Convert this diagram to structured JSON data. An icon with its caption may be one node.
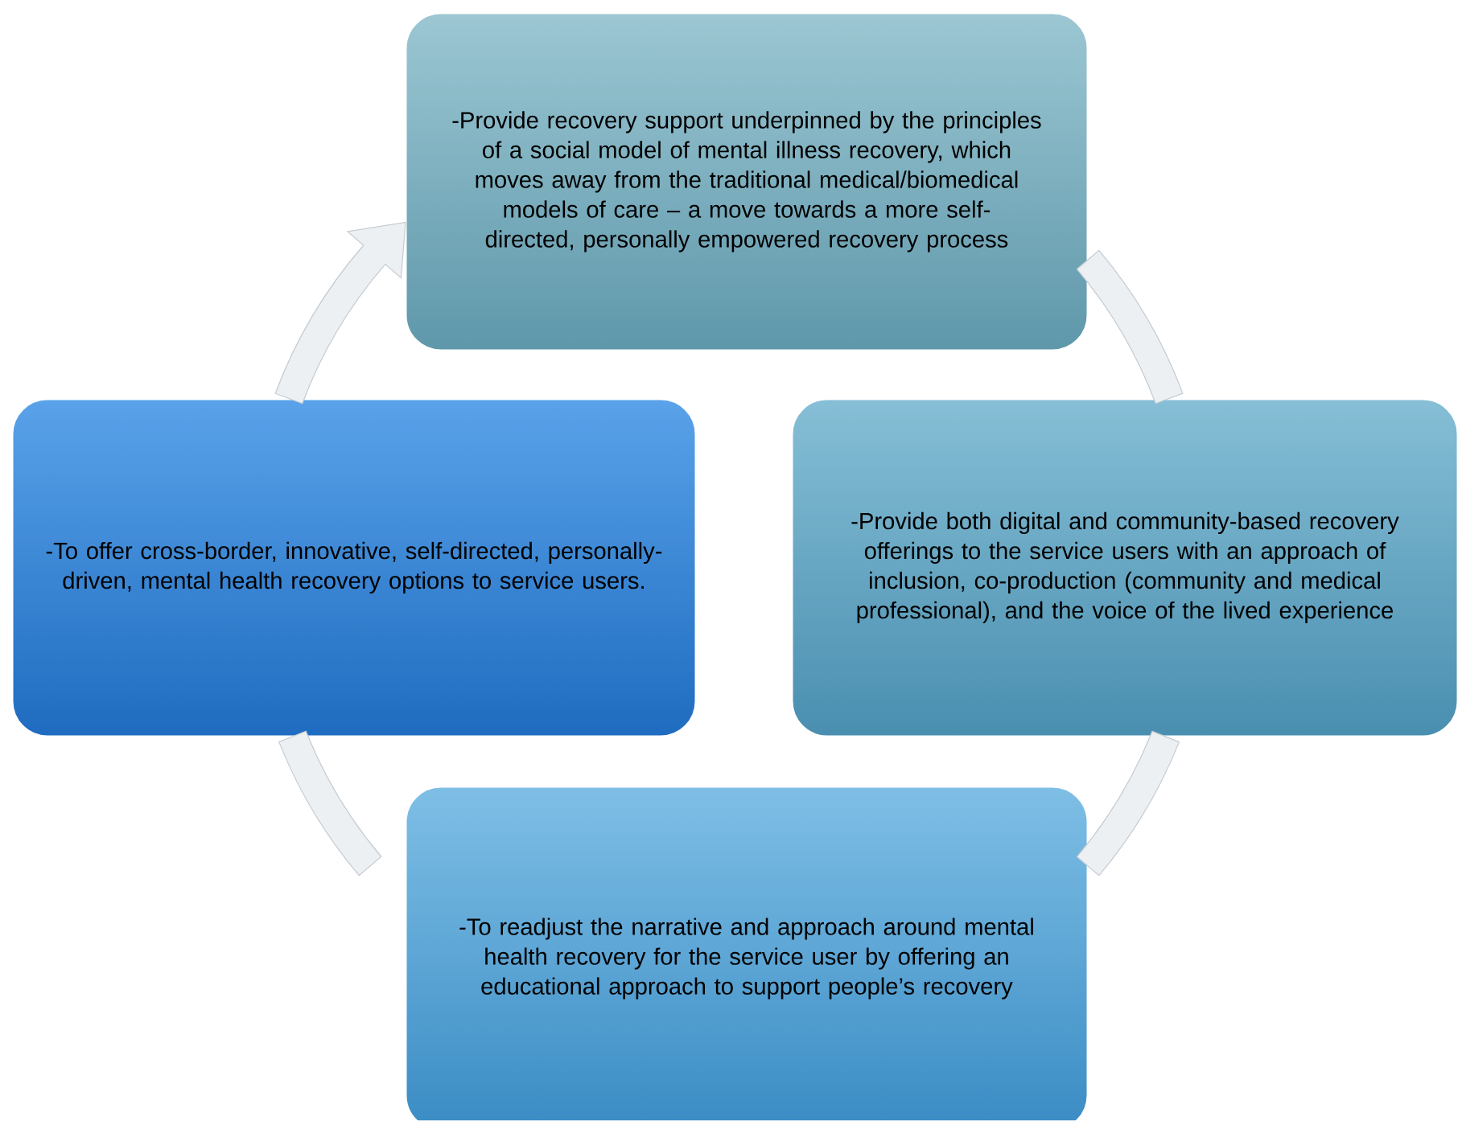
{
  "diagram": {
    "nodes": [
      {
        "text": [
          "-Provide recovery support underpinned by the principles of a social model of mental illness recovery, which moves away from the traditional medical/biomedical models of care – a move towards a more self-directed, personally empowered recovery process"
        ]
      },
      {
        "text": [
          "-Provide both digital and community-based recovery offerings to the service users with an approach of inclusion, co-production (community and medical professional), and the voice of the lived experience"
        ]
      },
      {
        "text": [
          "-To readjust the narrative and approach around mental health recovery for the service user by offering an educational approach to support people’s recovery"
        ]
      },
      {
        "text": [
          "-To offer cross-border, innovative, self-directed, personally-driven, mental health recovery options to service users."
        ]
      }
    ],
    "edges": [
      {
        "from": 0,
        "to": 1,
        "arrow": "none"
      },
      {
        "from": 1,
        "to": 2,
        "arrow": "none"
      },
      {
        "from": 2,
        "to": 3,
        "arrow": "none"
      },
      {
        "from": 3,
        "to": 0,
        "arrow": "to"
      }
    ]
  }
}
